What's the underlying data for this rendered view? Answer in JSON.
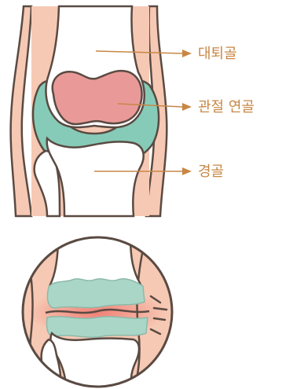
{
  "labels": {
    "femur": "대퇴골",
    "cartilage": "관절 연골",
    "tibia": "경골"
  },
  "colors": {
    "skin": "#f6c9b4",
    "outline": "#5a4a42",
    "bone": "#ffffff",
    "cartilage": "#e99a98",
    "synovial": "#86cbb7",
    "inflammation": "#f07870",
    "label": "#c88746"
  }
}
